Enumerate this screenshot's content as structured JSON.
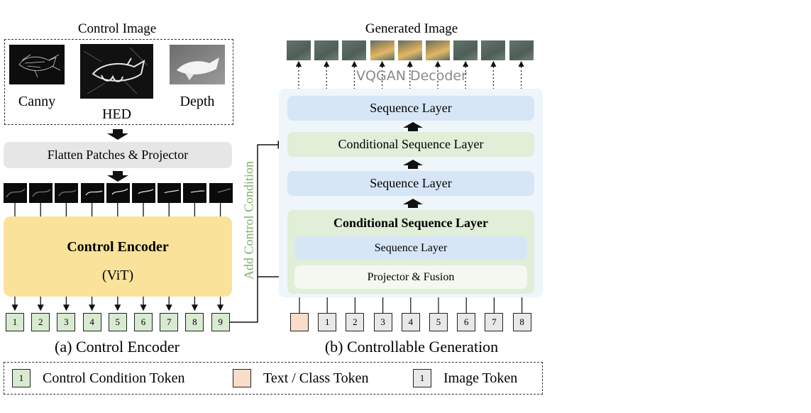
{
  "left": {
    "control_image_title": "Control Image",
    "control_images": [
      {
        "label": "Canny"
      },
      {
        "label": "HED"
      },
      {
        "label": "Depth"
      }
    ],
    "flatten_label": "Flatten Patches & Projector",
    "encoder_title": "Control Encoder",
    "encoder_subtitle": "(ViT)",
    "tokens": [
      "1",
      "2",
      "3",
      "4",
      "5",
      "6",
      "7",
      "8",
      "9"
    ],
    "caption": "(a) Control Encoder"
  },
  "connector_label": "Add Control Condition",
  "right": {
    "generated_title": "Generated Image",
    "decoder_label": "VQGAN Decoder",
    "layers": [
      {
        "label": "Sequence Layer",
        "kind": "seq"
      },
      {
        "label": "Conditional Sequence Layer",
        "kind": "cond"
      },
      {
        "label": "Sequence Layer",
        "kind": "seq"
      }
    ],
    "cond_block": {
      "title": "Conditional Sequence Layer",
      "inner_seq": "Sequence Layer",
      "inner_proj": "Projector & Fusion"
    },
    "tokens": [
      "",
      "1",
      "2",
      "3",
      "4",
      "5",
      "6",
      "7",
      "8"
    ],
    "caption": "(b) Controllable Generation"
  },
  "legend": {
    "items": [
      {
        "token": "1",
        "label": "Control Condition Token"
      },
      {
        "token": "",
        "label": "Text / Class Token"
      },
      {
        "token": "1",
        "label": "Image Token"
      }
    ]
  },
  "colors": {
    "encoder_yellow": "#fbe29a",
    "seq_blue": "#d6e6f7",
    "cond_green": "#e1eed8",
    "token_green": "#d8ead0",
    "token_pink": "#fadccb",
    "token_gray": "#e8e8e8",
    "connector_text": "#7fb069"
  }
}
